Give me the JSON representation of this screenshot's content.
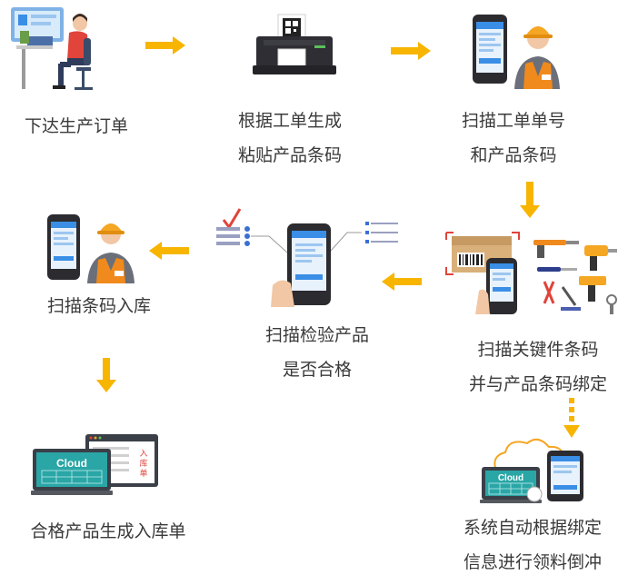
{
  "steps": [
    {
      "id": "order",
      "lines": [
        "下达生产订单"
      ]
    },
    {
      "id": "print",
      "lines": [
        "根据工单生成",
        "粘贴产品条码"
      ]
    },
    {
      "id": "scan_order",
      "lines": [
        "扫描工单单号",
        "和产品条码"
      ]
    },
    {
      "id": "bind",
      "lines": [
        "扫描关键件条码",
        "并与产品条码绑定"
      ]
    },
    {
      "id": "inspect",
      "lines": [
        "扫描检验产品",
        "是否合格"
      ]
    },
    {
      "id": "warehouse",
      "lines": [
        "扫描条码入库"
      ]
    },
    {
      "id": "backflush",
      "lines": [
        "系统自动根据绑定",
        "信息进行领料倒冲"
      ]
    },
    {
      "id": "receipt",
      "lines": [
        "合格产品生成入库单"
      ]
    }
  ],
  "illustrations": {
    "cloud_text": "Cloud",
    "cloud_text_2": "Cloud",
    "receipt_doc": "入库单"
  },
  "colors": {
    "arrow": "#f7b500",
    "text": "#3a3a3a",
    "worker_vest": "#f08a1c",
    "helmet": "#f5a623",
    "screen_blue": "#3a8ee6",
    "teal": "#2aa6a6"
  },
  "icons": [
    "worker-desk-icon",
    "printer-icon",
    "scanner-worker-icon",
    "parts-tools-icon",
    "checklist-scanner-icon",
    "warehouse-worker-icon",
    "cloud-sync-icon",
    "cloud-receipt-icon"
  ]
}
